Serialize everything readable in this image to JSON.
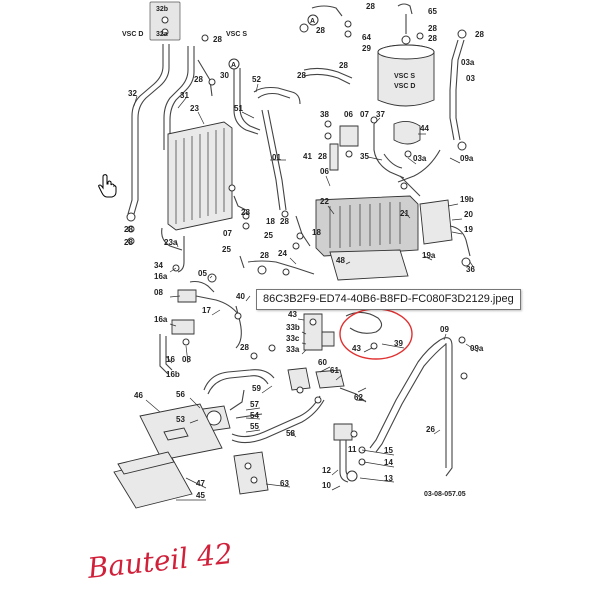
{
  "tooltip": {
    "filename": "86C3B2F9-ED74-40B6-B8FD-FC080F3D2129.jpeg"
  },
  "diagram": {
    "ref_code": "03-08-057.05",
    "highlight_color": "#e03030",
    "part_labels": {
      "p32b": "32b",
      "p32a": "32a",
      "vscd": "VSC D",
      "vscs": "VSC S",
      "vscs_tank": "VSC S",
      "vscd_tank": "VSC D",
      "p28_a": "28",
      "p28_b": "28",
      "p28_c": "28",
      "p28_d": "28",
      "p28_e": "28",
      "p28_f": "28",
      "p28_g": "28",
      "p28_h": "28",
      "p28_i": "28",
      "p28_j": "28",
      "p28_k": "28",
      "p28_l": "28",
      "p28_m": "28",
      "p28_n": "28",
      "p28_o": "28",
      "p28_p": "28",
      "p65": "65",
      "p64": "64",
      "p29": "29",
      "p03a_a": "03a",
      "p03": "03",
      "p30": "30",
      "p31": "31",
      "p32": "32",
      "p52": "52",
      "p51": "51",
      "p23": "23",
      "p38": "38",
      "p06": "06",
      "p07_a": "07",
      "p07_b": "07",
      "p37": "37",
      "p44": "44",
      "p41": "41",
      "p35": "35",
      "p03a_b": "03a",
      "p09a_a": "09a",
      "p01": "01",
      "p06_b": "06",
      "p19b": "19b",
      "p21": "21",
      "p20": "20",
      "p22": "22",
      "p19": "19",
      "p18_a": "18",
      "p18_b": "18",
      "p25_a": "25",
      "p25_b": "25",
      "p23a": "23a",
      "p24": "24",
      "p34": "34",
      "p16a_a": "16a",
      "p05": "05",
      "p48": "48",
      "p19a": "19a",
      "p36": "36",
      "p08_a": "08",
      "p40": "40",
      "p17": "17",
      "p16a_b": "16a",
      "p16": "16",
      "p08_b": "08",
      "p16b": "16b",
      "p43_a": "43",
      "p33b": "33b",
      "p33c": "33c",
      "p33a": "33a",
      "p43_b": "43",
      "p39": "39",
      "p09": "09",
      "p09a_b": "09a",
      "p60": "60",
      "p61": "61",
      "p59": "59",
      "p62": "62",
      "p56": "56",
      "p57": "57",
      "p54": "54",
      "p55": "55",
      "p53": "53",
      "p46": "46",
      "p58": "58",
      "p26": "26",
      "p15": "15",
      "p14": "14",
      "p13": "13",
      "p12": "12",
      "p10": "10",
      "p11": "11",
      "p47": "47",
      "p45": "45",
      "p63": "63",
      "pA_a": "A",
      "pA_b": "A"
    }
  },
  "annotation": {
    "handwritten_note": "Bauteil 42"
  },
  "icons": {
    "cursor": "hand-pointer-icon"
  }
}
